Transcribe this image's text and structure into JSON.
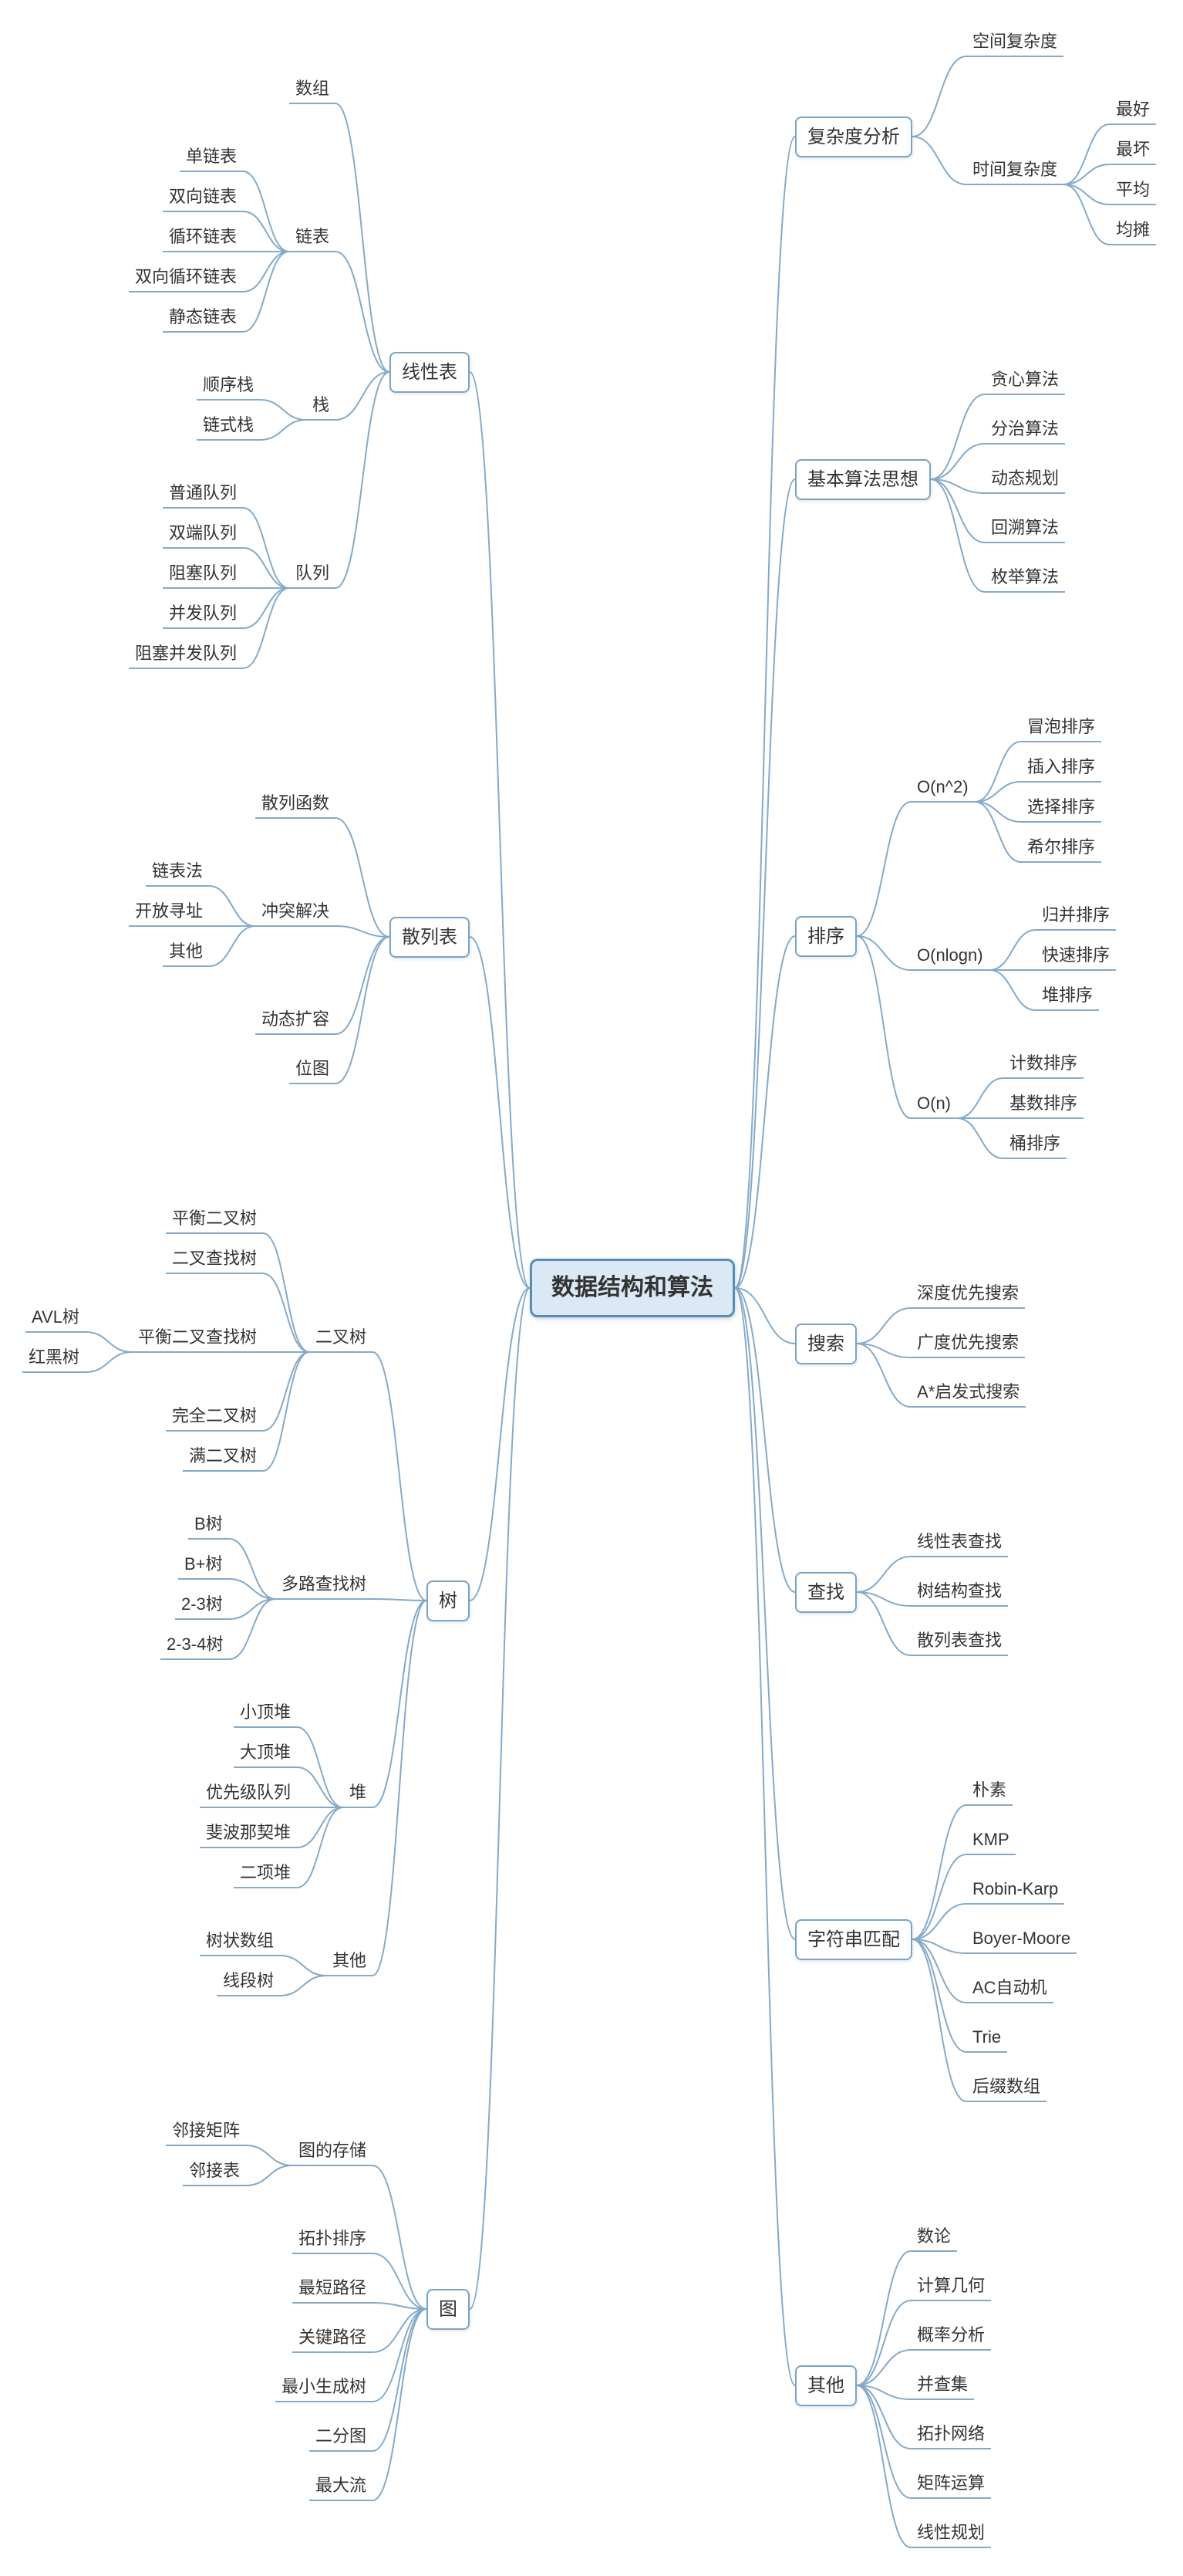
{
  "colors": {
    "line": "#85aac9",
    "box_border": "#7ba3c5",
    "root_border": "#5a8cb8",
    "root_fill": "#dbe9f6",
    "text": "#333333"
  },
  "mindmap": {
    "root_label": "数据结构和算法",
    "right": [
      {
        "label": "复杂度分析",
        "children": [
          {
            "label": "空间复杂度"
          },
          {
            "label": "时间复杂度",
            "children": [
              {
                "label": "最好"
              },
              {
                "label": "最坏"
              },
              {
                "label": "平均"
              },
              {
                "label": "均摊"
              }
            ]
          }
        ]
      },
      {
        "label": "基本算法思想",
        "children": [
          {
            "label": "贪心算法"
          },
          {
            "label": "分治算法"
          },
          {
            "label": "动态规划"
          },
          {
            "label": "回溯算法"
          },
          {
            "label": "枚举算法"
          }
        ]
      },
      {
        "label": "排序",
        "children": [
          {
            "label": "O(n^2)",
            "children": [
              {
                "label": "冒泡排序"
              },
              {
                "label": "插入排序"
              },
              {
                "label": "选择排序"
              },
              {
                "label": "希尔排序"
              }
            ]
          },
          {
            "label": "O(nlogn)",
            "children": [
              {
                "label": "归并排序"
              },
              {
                "label": "快速排序"
              },
              {
                "label": "堆排序"
              }
            ]
          },
          {
            "label": "O(n)",
            "children": [
              {
                "label": "计数排序"
              },
              {
                "label": "基数排序"
              },
              {
                "label": "桶排序"
              }
            ]
          }
        ]
      },
      {
        "label": "搜索",
        "children": [
          {
            "label": "深度优先搜索"
          },
          {
            "label": "广度优先搜索"
          },
          {
            "label": "A*启发式搜索"
          }
        ]
      },
      {
        "label": "查找",
        "children": [
          {
            "label": "线性表查找"
          },
          {
            "label": "树结构查找"
          },
          {
            "label": "散列表查找"
          }
        ]
      },
      {
        "label": "字符串匹配",
        "children": [
          {
            "label": "朴素"
          },
          {
            "label": "KMP"
          },
          {
            "label": "Robin-Karp"
          },
          {
            "label": "Boyer-Moore"
          },
          {
            "label": "AC自动机"
          },
          {
            "label": "Trie"
          },
          {
            "label": "后缀数组"
          }
        ]
      },
      {
        "label": "其他",
        "children": [
          {
            "label": "数论"
          },
          {
            "label": "计算几何"
          },
          {
            "label": "概率分析"
          },
          {
            "label": "并查集"
          },
          {
            "label": "拓扑网络"
          },
          {
            "label": "矩阵运算"
          },
          {
            "label": "线性规划"
          }
        ]
      }
    ],
    "left": [
      {
        "label": "线性表",
        "children": [
          {
            "label": "数组"
          },
          {
            "label": "链表",
            "children": [
              {
                "label": "单链表"
              },
              {
                "label": "双向链表"
              },
              {
                "label": "循环链表"
              },
              {
                "label": "双向循环链表"
              },
              {
                "label": "静态链表"
              }
            ]
          },
          {
            "label": "栈",
            "children": [
              {
                "label": "顺序栈"
              },
              {
                "label": "链式栈"
              }
            ]
          },
          {
            "label": "队列",
            "children": [
              {
                "label": "普通队列"
              },
              {
                "label": "双端队列"
              },
              {
                "label": "阻塞队列"
              },
              {
                "label": "并发队列"
              },
              {
                "label": "阻塞并发队列"
              }
            ]
          }
        ]
      },
      {
        "label": "散列表",
        "children": [
          {
            "label": "散列函数"
          },
          {
            "label": "冲突解决",
            "children": [
              {
                "label": "链表法"
              },
              {
                "label": "开放寻址"
              },
              {
                "label": "其他"
              }
            ]
          },
          {
            "label": "动态扩容"
          },
          {
            "label": "位图"
          }
        ]
      },
      {
        "label": "树",
        "children": [
          {
            "label": "二叉树",
            "children": [
              {
                "label": "平衡二叉树"
              },
              {
                "label": "二叉查找树"
              },
              {
                "label": "平衡二叉查找树",
                "children": [
                  {
                    "label": "AVL树"
                  },
                  {
                    "label": "红黑树"
                  }
                ]
              },
              {
                "label": "完全二叉树"
              },
              {
                "label": "满二叉树"
              }
            ]
          },
          {
            "label": "多路查找树",
            "children": [
              {
                "label": "B树"
              },
              {
                "label": "B+树"
              },
              {
                "label": "2-3树"
              },
              {
                "label": "2-3-4树"
              }
            ]
          },
          {
            "label": "堆",
            "children": [
              {
                "label": "小顶堆"
              },
              {
                "label": "大顶堆"
              },
              {
                "label": "优先级队列"
              },
              {
                "label": "斐波那契堆"
              },
              {
                "label": "二项堆"
              }
            ]
          },
          {
            "label": "其他",
            "children": [
              {
                "label": "树状数组"
              },
              {
                "label": "线段树"
              }
            ]
          }
        ]
      },
      {
        "label": "图",
        "children": [
          {
            "label": "图的存储",
            "children": [
              {
                "label": "邻接矩阵"
              },
              {
                "label": "邻接表"
              }
            ]
          },
          {
            "label": "拓扑排序"
          },
          {
            "label": "最短路径"
          },
          {
            "label": "关键路径"
          },
          {
            "label": "最小生成树"
          },
          {
            "label": "二分图"
          },
          {
            "label": "最大流"
          }
        ]
      }
    ]
  }
}
